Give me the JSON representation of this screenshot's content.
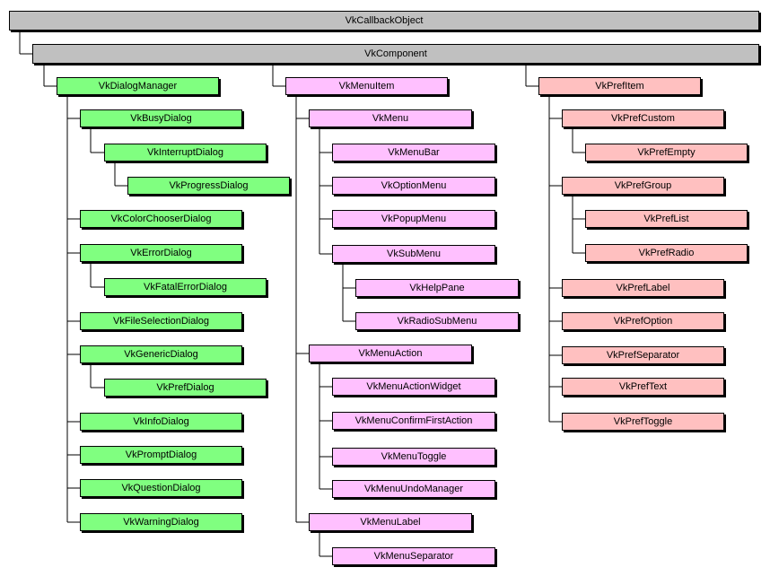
{
  "colors": {
    "root": "#c0c0c0",
    "dialog": "#80ff80",
    "menu": "#ffc0ff",
    "pref": "#ffc0c0",
    "line": "#000000"
  },
  "tree": {
    "label": "VkCallbackObject",
    "group": "root",
    "children": [
      {
        "label": "VkComponent",
        "group": "root",
        "children": [
          {
            "label": "VkDialogManager",
            "group": "dialog",
            "children": [
              {
                "label": "VkBusyDialog",
                "group": "dialog",
                "children": [
                  {
                    "label": "VkInterruptDialog",
                    "group": "dialog",
                    "children": [
                      {
                        "label": "VkProgressDialog",
                        "group": "dialog"
                      }
                    ]
                  }
                ]
              },
              {
                "label": "VkColorChooserDialog",
                "group": "dialog"
              },
              {
                "label": "VkErrorDialog",
                "group": "dialog",
                "children": [
                  {
                    "label": "VkFatalErrorDialog",
                    "group": "dialog"
                  }
                ]
              },
              {
                "label": "VkFileSelectionDialog",
                "group": "dialog"
              },
              {
                "label": "VkGenericDialog",
                "group": "dialog",
                "children": [
                  {
                    "label": "VkPrefDialog",
                    "group": "dialog"
                  }
                ]
              },
              {
                "label": "VkInfoDialog",
                "group": "dialog"
              },
              {
                "label": "VkPromptDialog",
                "group": "dialog"
              },
              {
                "label": "VkQuestionDialog",
                "group": "dialog"
              },
              {
                "label": "VkWarningDialog",
                "group": "dialog"
              }
            ]
          },
          {
            "label": "VkMenuItem",
            "group": "menu",
            "children": [
              {
                "label": "VkMenu",
                "group": "menu",
                "children": [
                  {
                    "label": "VkMenuBar",
                    "group": "menu"
                  },
                  {
                    "label": "VkOptionMenu",
                    "group": "menu"
                  },
                  {
                    "label": "VkPopupMenu",
                    "group": "menu"
                  },
                  {
                    "label": "VkSubMenu",
                    "group": "menu",
                    "children": [
                      {
                        "label": "VkHelpPane",
                        "group": "menu"
                      },
                      {
                        "label": "VkRadioSubMenu",
                        "group": "menu"
                      }
                    ]
                  }
                ]
              },
              {
                "label": "VkMenuAction",
                "group": "menu",
                "children": [
                  {
                    "label": "VkMenuActionWidget",
                    "group": "menu"
                  },
                  {
                    "label": "VkMenuConfirmFirstAction",
                    "group": "menu"
                  },
                  {
                    "label": "VkMenuToggle",
                    "group": "menu"
                  },
                  {
                    "label": "VkMenuUndoManager",
                    "group": "menu"
                  }
                ]
              },
              {
                "label": "VkMenuLabel",
                "group": "menu",
                "children": [
                  {
                    "label": "VkMenuSeparator",
                    "group": "menu"
                  }
                ]
              }
            ]
          },
          {
            "label": "VkPrefItem",
            "group": "pref",
            "children": [
              {
                "label": "VkPrefCustom",
                "group": "pref",
                "children": [
                  {
                    "label": "VkPrefEmpty",
                    "group": "pref"
                  }
                ]
              },
              {
                "label": "VkPrefGroup",
                "group": "pref",
                "children": [
                  {
                    "label": "VkPrefList",
                    "group": "pref"
                  },
                  {
                    "label": "VkPrefRadio",
                    "group": "pref"
                  }
                ]
              },
              {
                "label": "VkPrefLabel",
                "group": "pref"
              },
              {
                "label": "VkPrefOption",
                "group": "pref"
              },
              {
                "label": "VkPrefSeparator",
                "group": "pref"
              },
              {
                "label": "VkPrefText",
                "group": "pref"
              },
              {
                "label": "VkPrefToggle",
                "group": "pref"
              }
            ]
          }
        ]
      }
    ]
  }
}
